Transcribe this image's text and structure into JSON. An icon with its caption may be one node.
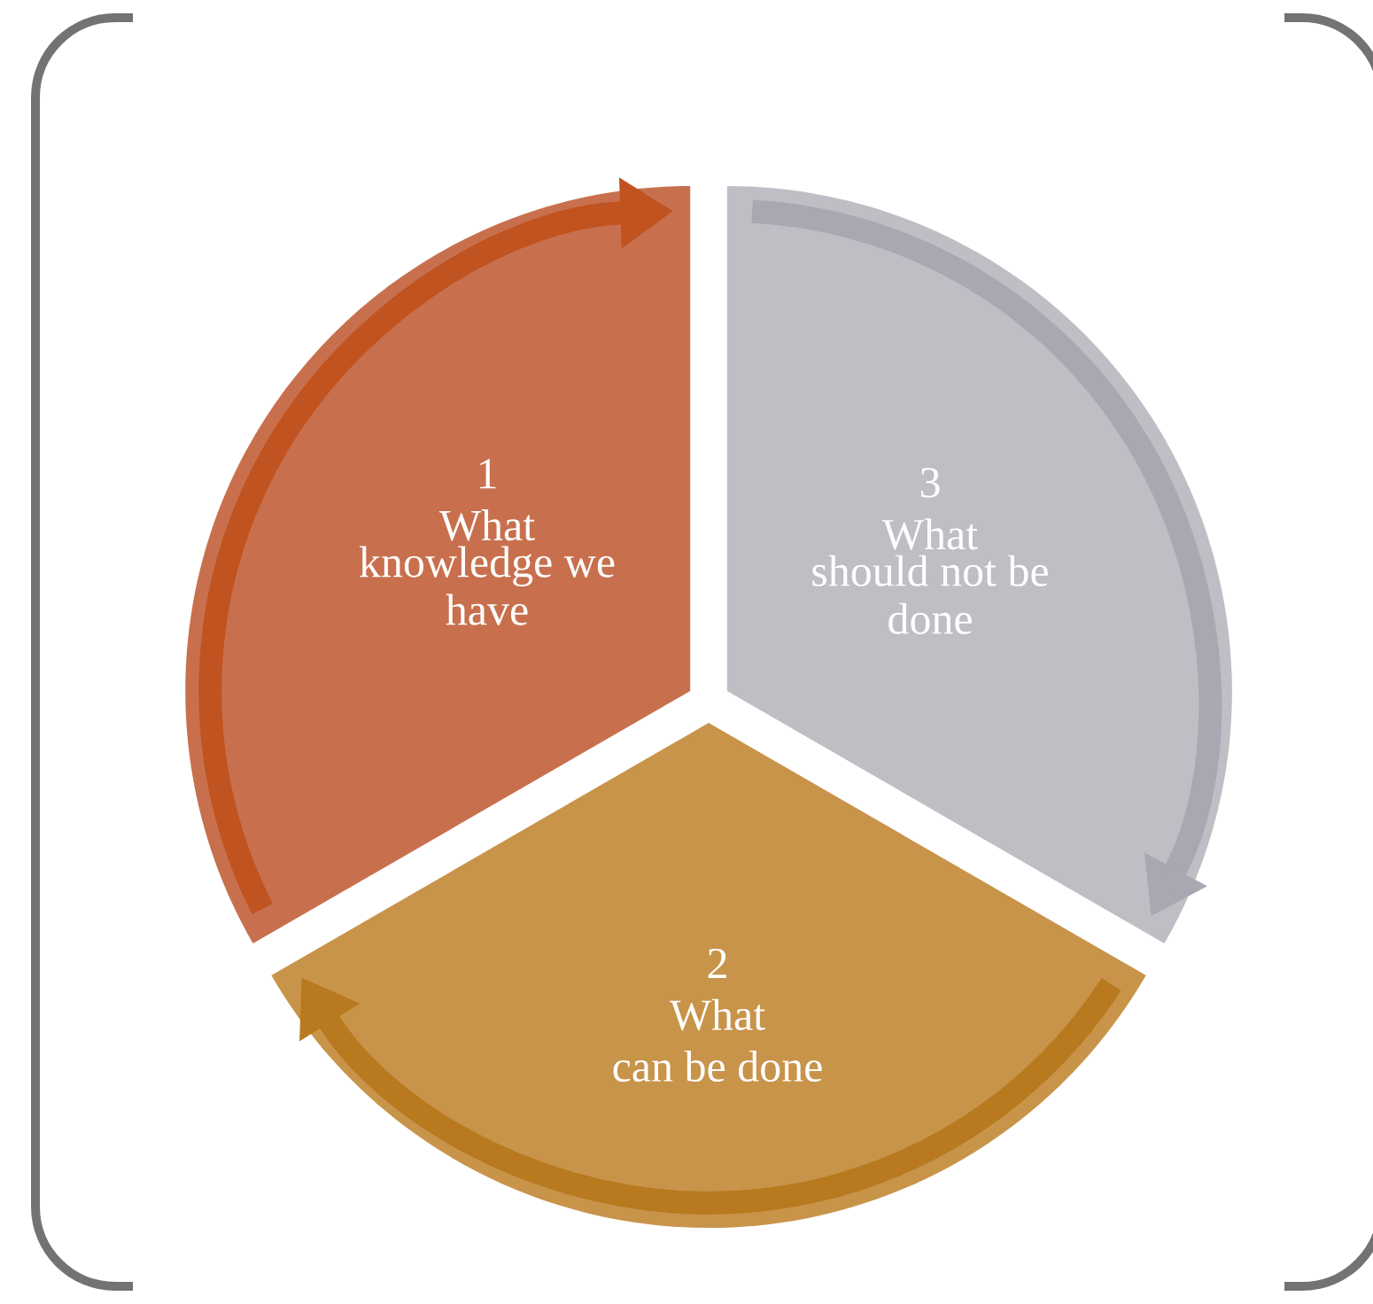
{
  "diagram": {
    "nodes": [
      {
        "text": [
          "1",
          "What",
          "knowledge we have"
        ]
      },
      {
        "text": [
          "3",
          "What",
          "should not be done"
        ]
      },
      {
        "text": [
          "2",
          "What",
          "can be done"
        ]
      }
    ]
  }
}
